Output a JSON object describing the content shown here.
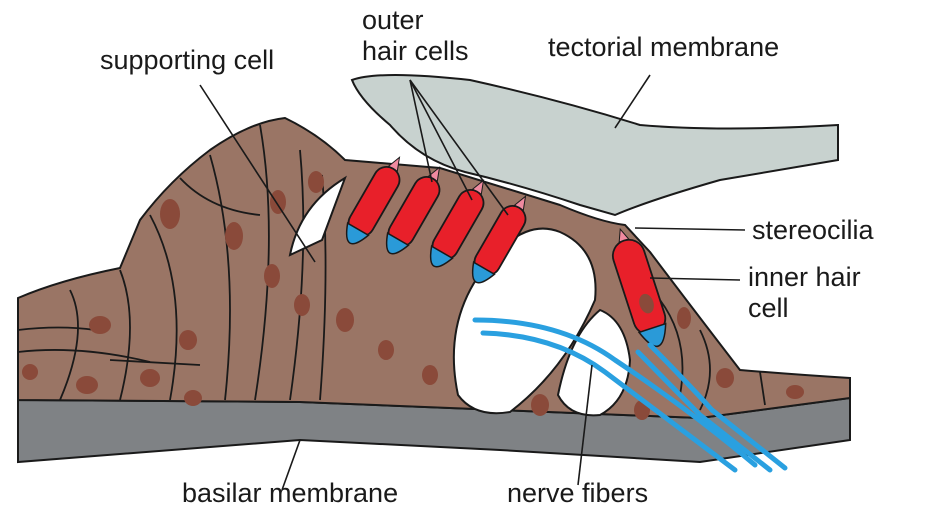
{
  "labels": {
    "outer_hair_cells": [
      "outer",
      "hair cells"
    ],
    "supporting_cell": "supporting cell",
    "tectorial_membrane": "tectorial membrane",
    "stereocilia": "stereocilia",
    "inner_hair_cell": [
      "inner hair",
      "cell"
    ],
    "basilar_membrane": "basilar membrane",
    "nerve_fibers": "nerve fibers"
  },
  "colors": {
    "tissue": "#9a7565",
    "nucleus": "#8a4a3a",
    "basilar_membrane": "#7f8285",
    "tectorial_membrane": "#c8d2cf",
    "hair_cell": "#e8202a",
    "stereocilia": "#f08aa0",
    "cup": "#2a9ad8",
    "nerve": "#2aa0e0",
    "outline": "#1a1a1a"
  }
}
